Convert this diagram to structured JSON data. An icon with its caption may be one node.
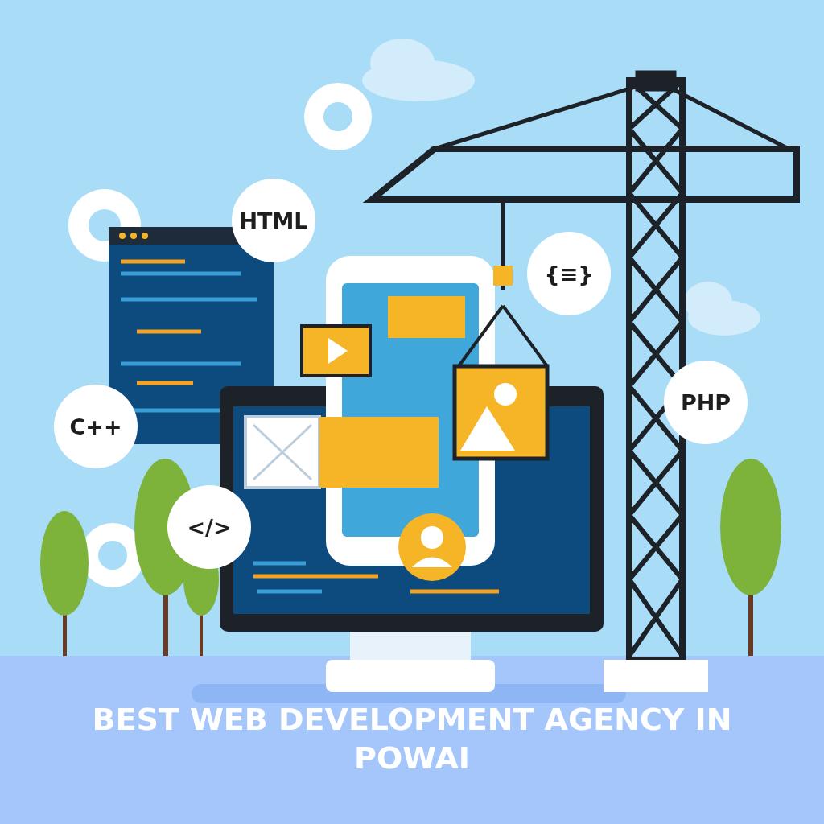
{
  "diagram": {
    "title": "BEST WEB DEVELOPMENT AGENCY IN POWAI",
    "nodes": [
      {
        "text": [
          "HTML"
        ]
      },
      {
        "text": [
          "{≡}"
        ]
      },
      {
        "text": [
          "C++"
        ]
      },
      {
        "text": [
          "PHP"
        ]
      },
      {
        "text": [
          "</>"
        ]
      }
    ]
  }
}
